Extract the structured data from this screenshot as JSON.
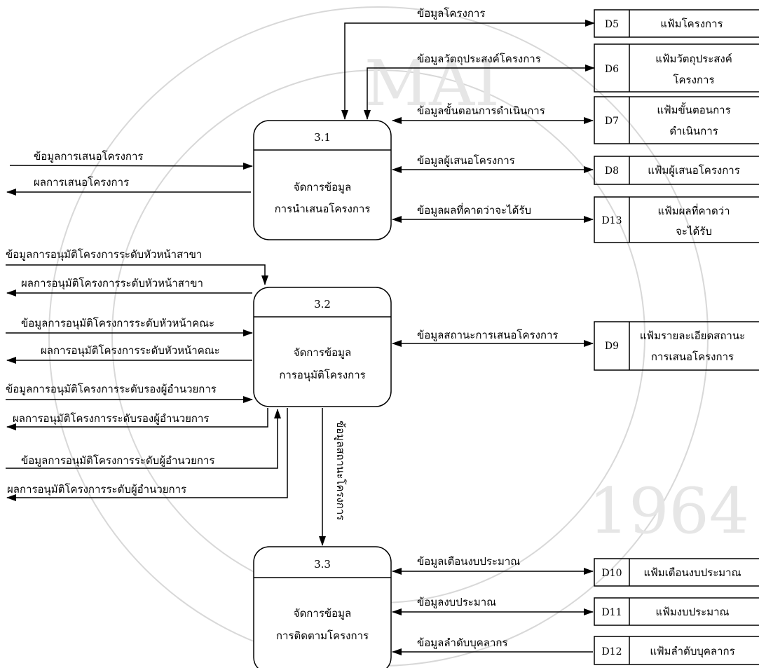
{
  "processes": [
    {
      "id": "3.1",
      "line1": "จัดการข้อมูล",
      "line2": "การนำเสนอโครงการ"
    },
    {
      "id": "3.2",
      "line1": "จัดการข้อมูล",
      "line2": "การอนุมัติโครงการ"
    },
    {
      "id": "3.3",
      "line1": "จัดการข้อมูล",
      "line2": "การติดตามโครงการ"
    }
  ],
  "datastores": [
    {
      "id": "D5",
      "name1": "แฟ้มโครงการ",
      "name2": ""
    },
    {
      "id": "D6",
      "name1": "แฟ้มวัตถุประสงค์",
      "name2": "โครงการ"
    },
    {
      "id": "D7",
      "name1": "แฟ้มขั้นตอนการ",
      "name2": "ดำเนินการ"
    },
    {
      "id": "D8",
      "name1": "แฟ้มผู้เสนอโครงการ",
      "name2": ""
    },
    {
      "id": "D13",
      "name1": "แฟ้มผลที่คาดว่า",
      "name2": "จะได้รับ"
    },
    {
      "id": "D9",
      "name1": "แฟ้มรายละเอียดสถานะ",
      "name2": "การเสนอโครงการ"
    },
    {
      "id": "D10",
      "name1": "แฟ้มเตือนงบประมาณ",
      "name2": ""
    },
    {
      "id": "D11",
      "name1": "แฟ้มงบประมาณ",
      "name2": ""
    },
    {
      "id": "D12",
      "name1": "แฟ้มลำดับบุคลากร",
      "name2": ""
    }
  ],
  "flows": [
    "ข้อมูลโครงการ",
    "ข้อมูลวัตถุประสงค์โครงการ",
    "ข้อมูลขั้นตอนการดำเนินการ",
    "ข้อมูลผู้เสนอโครงการ",
    "ข้อมูลผลที่คาดว่าจะได้รับ",
    "ข้อมูลการเสนอโครงการ",
    "ผลการเสนอโครงการ",
    "ข้อมูลการอนุมัติโครงการระดับหัวหน้าสาขา",
    "ผลการอนุมัติโครงการระดับหัวหน้าสาขา",
    "ข้อมูลการอนุมัติโครงการระดับหัวหน้าคณะ",
    "ผลการอนุมัติโครงการระดับหัวหน้าคณะ",
    "ข้อมูลการอนุมัติโครงการระดับรองผู้อำนวยการ",
    "ผลการอนุมัติโครงการระดับรองผู้อำนวยการ",
    "ข้อมูลการอนุมัติโครงการระดับผู้อำนวยการ",
    "ผลการอนุมัติโครงการระดับผู้อำนวยการ",
    "ข้อมูลสถานะการเสนอโครงการ",
    "ข้อมูลสถานะโครงการ",
    "ข้อมูลเตือนงบประมาณ",
    "ข้อมูลงบประมาณ",
    "ข้อมูลลำดับบุคลากร"
  ],
  "watermark": {
    "text": "MAI",
    "year": "1964"
  }
}
